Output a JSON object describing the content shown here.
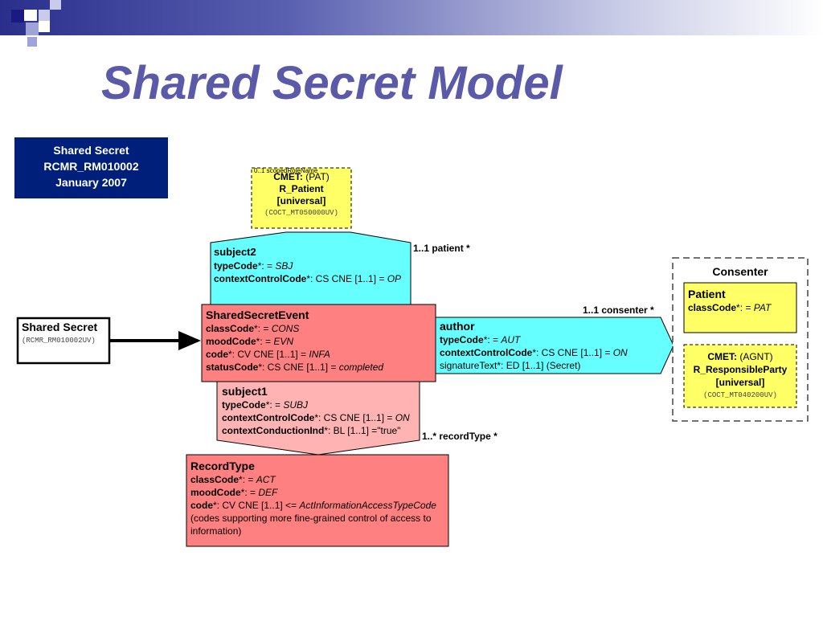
{
  "title": "Shared Secret Model",
  "info": {
    "line1": "Shared Secret",
    "line2": "RCMR_RM010002",
    "line3": "January 2007"
  },
  "entry": {
    "name": "Shared Secret",
    "code": "(RCMR_RM010002UV)"
  },
  "cmet_patient": {
    "tag": "0..1 scopedRoleName",
    "line1_bold": "CMET:",
    "line1_rest": " (PAT)",
    "line2": "R_Patient",
    "line3": "[universal]",
    "code": "(COCT_MT050000UV)"
  },
  "subject2": {
    "name": "subject2",
    "a1k": "typeCode",
    "a1s": "*: = ",
    "a1v": "SBJ",
    "a2k": "contextControlCode",
    "a2s": "*: CS CNE [1..1] = ",
    "a2v": "OP",
    "rel": "1..1 patient  *"
  },
  "event": {
    "name": "SharedSecretEvent",
    "a1k": "classCode",
    "a1s": "*: = ",
    "a1v": "CONS",
    "a2k": "moodCode",
    "a2s": "*: = ",
    "a2v": "EVN",
    "a3k": "code",
    "a3s": "*: CV CNE [1..1] = ",
    "a3v": "INFA",
    "a4k": "statusCode",
    "a4s": "*: CS CNE [1..1] = ",
    "a4v": "completed"
  },
  "author": {
    "name": "author",
    "a1k": "typeCode",
    "a1s": "*: = ",
    "a1v": "AUT",
    "a2k": "contextControlCode",
    "a2s": "*: CS CNE [1..1] = ",
    "a2v": "ON",
    "a3": "signatureText*: ED [1..1] (Secret)",
    "rel": "1..1 consenter  *"
  },
  "consenter": {
    "title": "Consenter",
    "patient_name": "Patient",
    "patient_k": "classCode",
    "patient_s": "*: = ",
    "patient_v": "PAT",
    "cmet_bold": "CMET:",
    "cmet_rest": " (AGNT)",
    "cmet_line2": "R_ResponsibleParty",
    "cmet_line3": "[universal]",
    "cmet_code": "(COCT_MT040200UV)"
  },
  "subject1": {
    "name": "subject1",
    "a1k": "typeCode",
    "a1s": "*: = ",
    "a1v": "SUBJ",
    "a2k": "contextControlCode",
    "a2s": "*: CS CNE [1..1] = ",
    "a2v": "ON",
    "a3k": "contextConductionInd",
    "a3s": "*: BL [1..1] =\"true\"",
    "rel": "1..* recordType  *"
  },
  "record": {
    "name": "RecordType",
    "a1k": "classCode",
    "a1s": "*: = ",
    "a1v": "ACT",
    "a2k": "moodCode",
    "a2s": "*: = ",
    "a2v": "DEF",
    "a3k": "code",
    "a3s": "*: CV CNE [1..1] <= ",
    "a3v": "ActInformationAccessTypeCode",
    "note1": " (codes supporting more fine-grained control of access to",
    "note2": "information)"
  },
  "colors": {
    "act": "#ff8080",
    "act_light": "#ffb3b3",
    "participation": "#66ffff",
    "role": "#ffff66",
    "title": "#5a5aa8",
    "banner": "#001f7a"
  }
}
